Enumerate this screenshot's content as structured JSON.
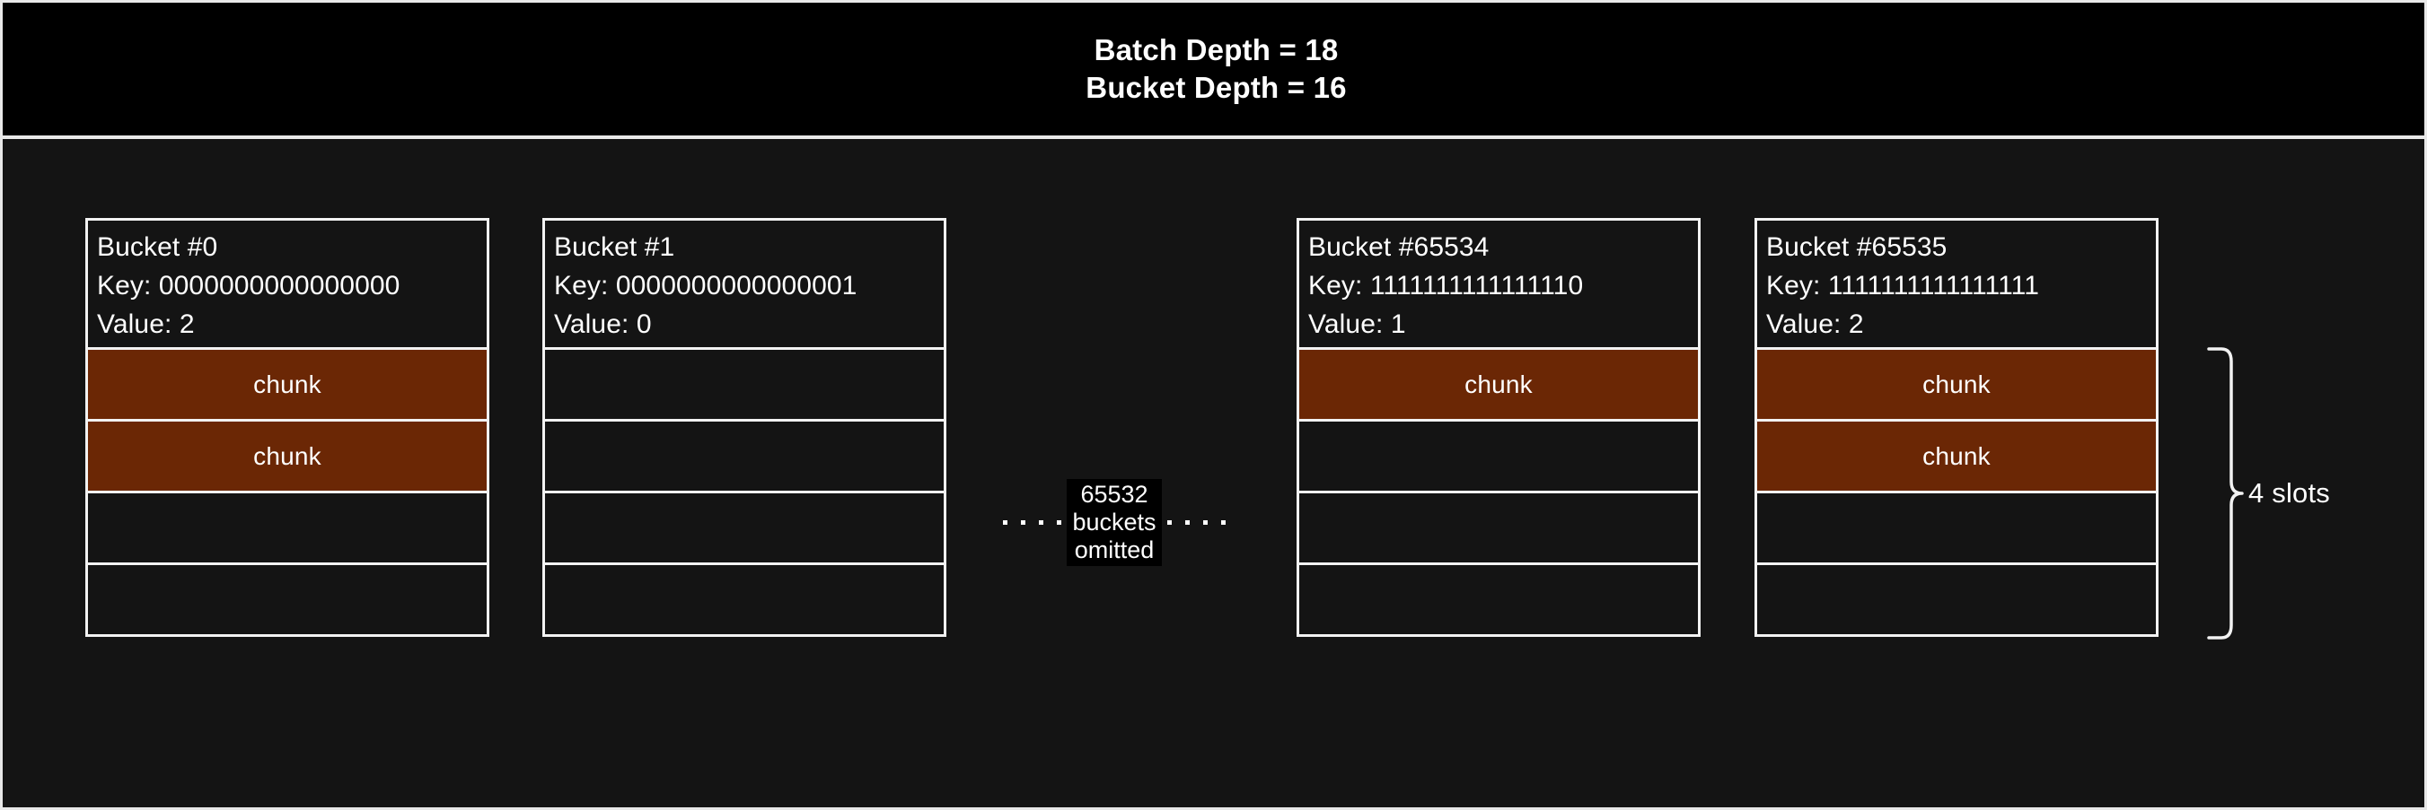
{
  "header": {
    "line1": "Batch Depth = 18",
    "line2": "Bucket Depth = 16"
  },
  "diagram": {
    "bucket_depth": 16,
    "batch_depth": 18,
    "slots_per_bucket": 4,
    "slot_chunk_label": "chunk",
    "brace_label": "4 slots",
    "colors": {
      "page_background": "#141414",
      "header_background": "#000000",
      "border": "#f2f2f2",
      "chunk_fill": "#6b2705",
      "text": "#ffffff"
    },
    "omitted": {
      "count": "65532",
      "noun": "buckets",
      "verb": "omitted"
    },
    "buckets": [
      {
        "title": "Bucket #0",
        "key": "Key: 0000000000000000",
        "value": "Value: 2",
        "slots": [
          "chunk",
          "chunk",
          "",
          ""
        ]
      },
      {
        "title": "Bucket #1",
        "key": "Key: 0000000000000001",
        "value": "Value: 0",
        "slots": [
          "",
          "",
          "",
          ""
        ]
      },
      {
        "title": "Bucket #65534",
        "key": "Key: 1111111111111110",
        "value": "Value: 1",
        "slots": [
          "chunk",
          "",
          "",
          ""
        ]
      },
      {
        "title": "Bucket #65535",
        "key": "Key: 1111111111111111",
        "value": "Value: 2",
        "slots": [
          "chunk",
          "chunk",
          "",
          ""
        ]
      }
    ]
  }
}
